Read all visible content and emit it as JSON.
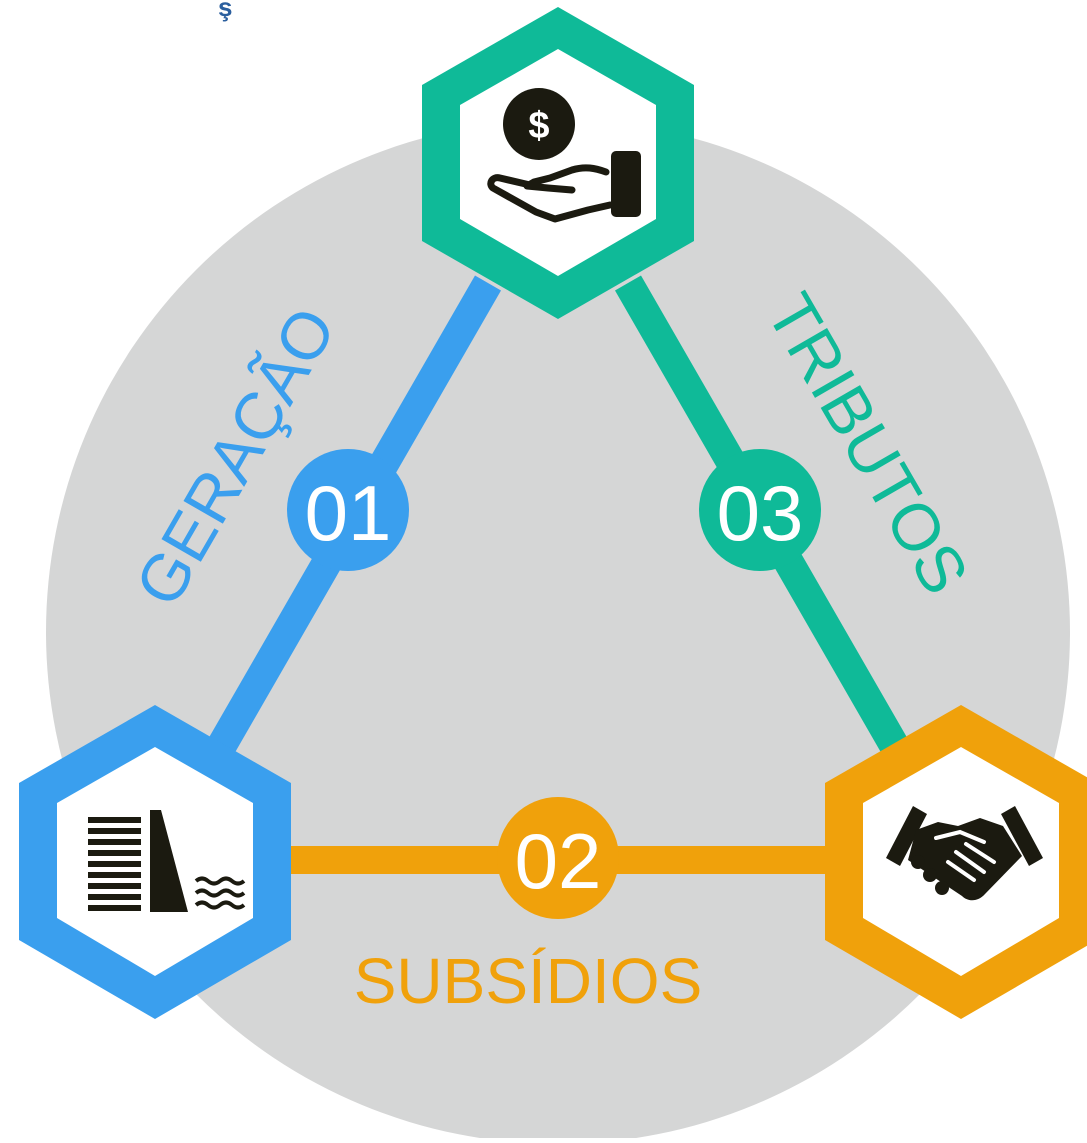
{
  "fragment_text": "ş",
  "colors": {
    "background_circle": "#d5d6d6",
    "blue": "#3a9fee",
    "green": "#0fba98",
    "orange": "#f0a10b",
    "icon_dark": "#1b1a10",
    "text_white": "#ffffff"
  },
  "nodes": {
    "top": {
      "icon": "money-hand-icon",
      "color": "green"
    },
    "bottom_left": {
      "icon": "hydro-dam-icon",
      "color": "blue"
    },
    "bottom_right": {
      "icon": "handshake-icon",
      "color": "orange"
    }
  },
  "edges": [
    {
      "number": "01",
      "label": "GERAÇÃO",
      "color": "blue"
    },
    {
      "number": "02",
      "label": "SUBSÍDIOS",
      "color": "orange"
    },
    {
      "number": "03",
      "label": "TRIBUTOS",
      "color": "green"
    }
  ]
}
